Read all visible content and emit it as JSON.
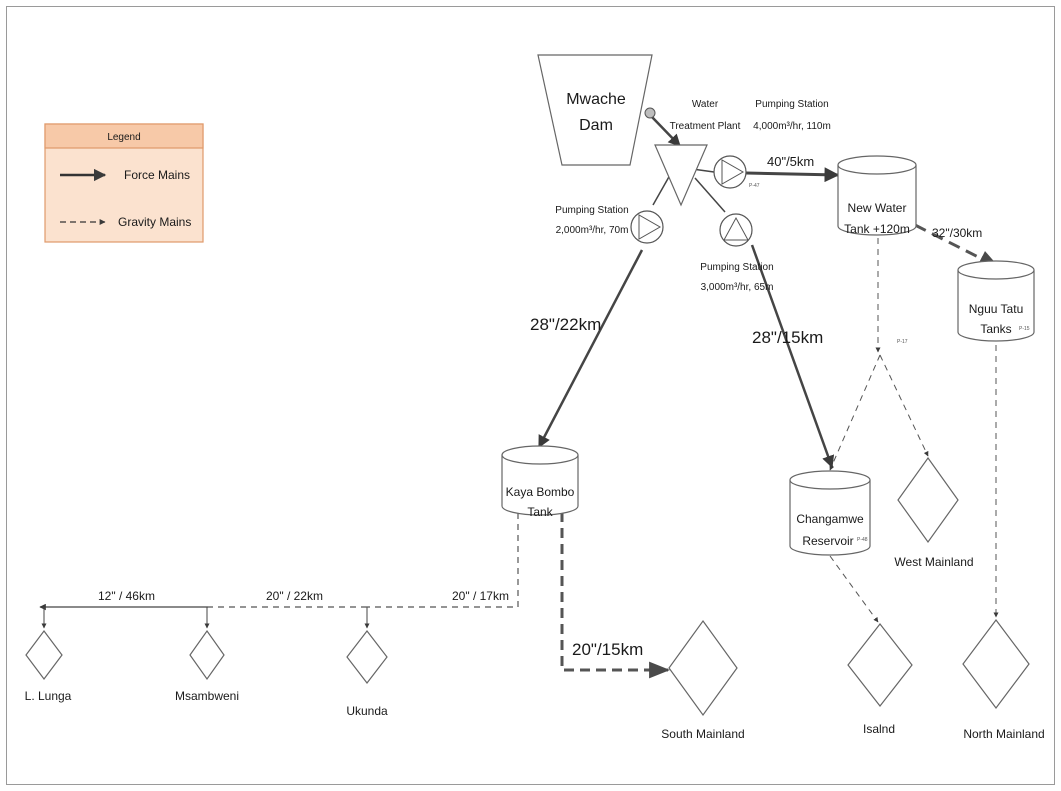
{
  "legend": {
    "title": "Legend",
    "force": "Force Mains",
    "gravity": "Gravity Mains",
    "fill": "#fbe2cf",
    "header_fill": "#f7c9a8",
    "border": "#e09a6b"
  },
  "dam": {
    "line1": "Mwache",
    "line2": "Dam"
  },
  "wtp": {
    "line1": "Water",
    "line2": "Treatment Plant"
  },
  "pumps": {
    "main": {
      "title": "Pumping Station",
      "spec": "4,000m³/hr, 110m"
    },
    "left": {
      "title": "Pumping Station",
      "spec": "2,000m³/hr, 70m"
    },
    "right": {
      "title": "Pumping Station",
      "spec": "3,000m³/hr, 65m"
    }
  },
  "tanks": {
    "new_water": {
      "line1": "New Water",
      "line2": "Tank +120m"
    },
    "nguu_tatu": {
      "line1": "Nguu Tatu",
      "line2": "Tanks"
    },
    "kaya_bombo": {
      "line1": "Kaya Bombo",
      "line2": "Tank"
    },
    "changamwe": {
      "line1": "Changamwe",
      "line2": "Reservoir"
    }
  },
  "pipes": {
    "p40": "40\"/5km",
    "p32": "32\"/30km",
    "p28a": "28\"/22km",
    "p28b": "28\"/15km",
    "p20a": "20\"/15km",
    "p12": "12\" / 46km",
    "p20b": "20\" / 22km",
    "p20c": "20\" / 17km"
  },
  "zones": {
    "lunga": "L. Lunga",
    "msambweni": "Msambweni",
    "ukunda": "Ukunda",
    "south": "South Mainland",
    "island": "Isalnd",
    "west": "West Mainland",
    "north": "North Mainland"
  },
  "node_tags": {
    "pump": "P-47",
    "junction": "P-17",
    "nguu": "P-15",
    "changamwe": "P-48"
  }
}
